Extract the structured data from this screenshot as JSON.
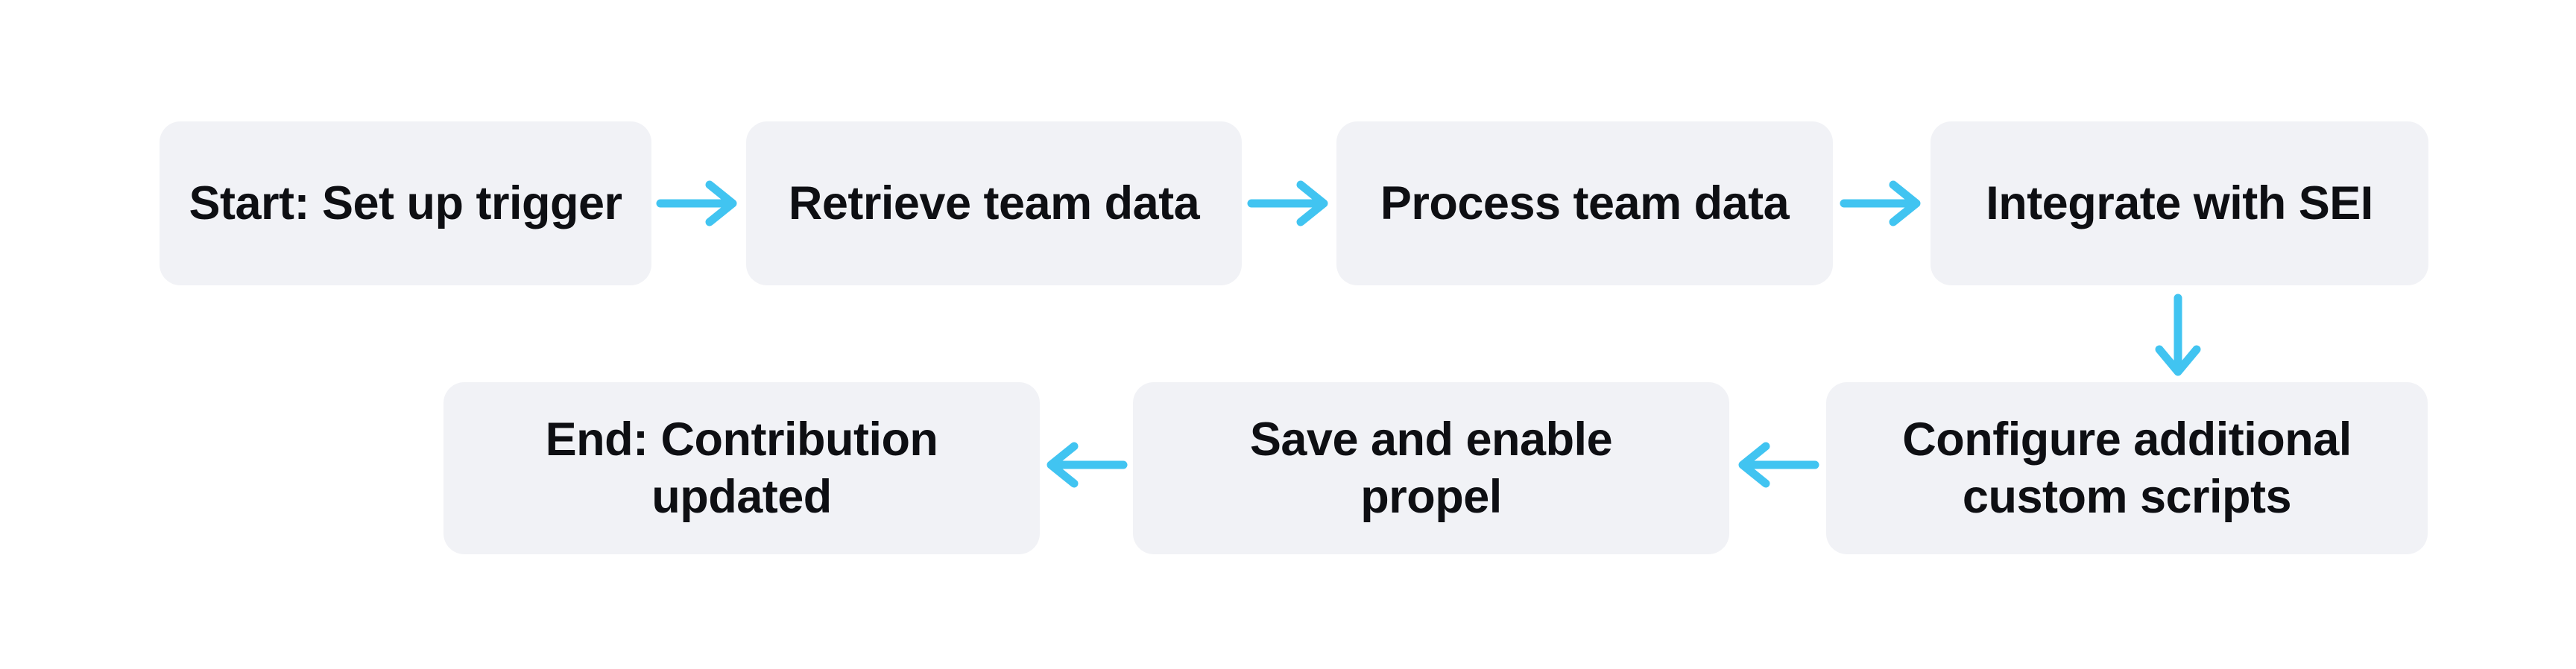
{
  "flowchart": {
    "colors": {
      "accent": "#41c4f1",
      "node_fill": "#f1f2f6",
      "node_text": "#0e0f13",
      "background": "#ffffff"
    },
    "nodes": [
      {
        "id": "start",
        "label": "Start: Set up trigger"
      },
      {
        "id": "retrieve-team-data",
        "label": "Retrieve team data"
      },
      {
        "id": "process-team-data",
        "label": "Process team data"
      },
      {
        "id": "integrate-with-sei",
        "label": "Integrate with SEI"
      },
      {
        "id": "configure-scripts",
        "label": "Configure additional custom scripts"
      },
      {
        "id": "save-enable-propel",
        "label": "Save and enable propel"
      },
      {
        "id": "end",
        "label": "End: Contribution updated"
      }
    ],
    "edges": [
      {
        "from": "start",
        "to": "retrieve-team-data",
        "direction": "right"
      },
      {
        "from": "retrieve-team-data",
        "to": "process-team-data",
        "direction": "right"
      },
      {
        "from": "process-team-data",
        "to": "integrate-with-sei",
        "direction": "right"
      },
      {
        "from": "integrate-with-sei",
        "to": "configure-scripts",
        "direction": "down"
      },
      {
        "from": "configure-scripts",
        "to": "save-enable-propel",
        "direction": "left"
      },
      {
        "from": "save-enable-propel",
        "to": "end",
        "direction": "left"
      }
    ]
  }
}
